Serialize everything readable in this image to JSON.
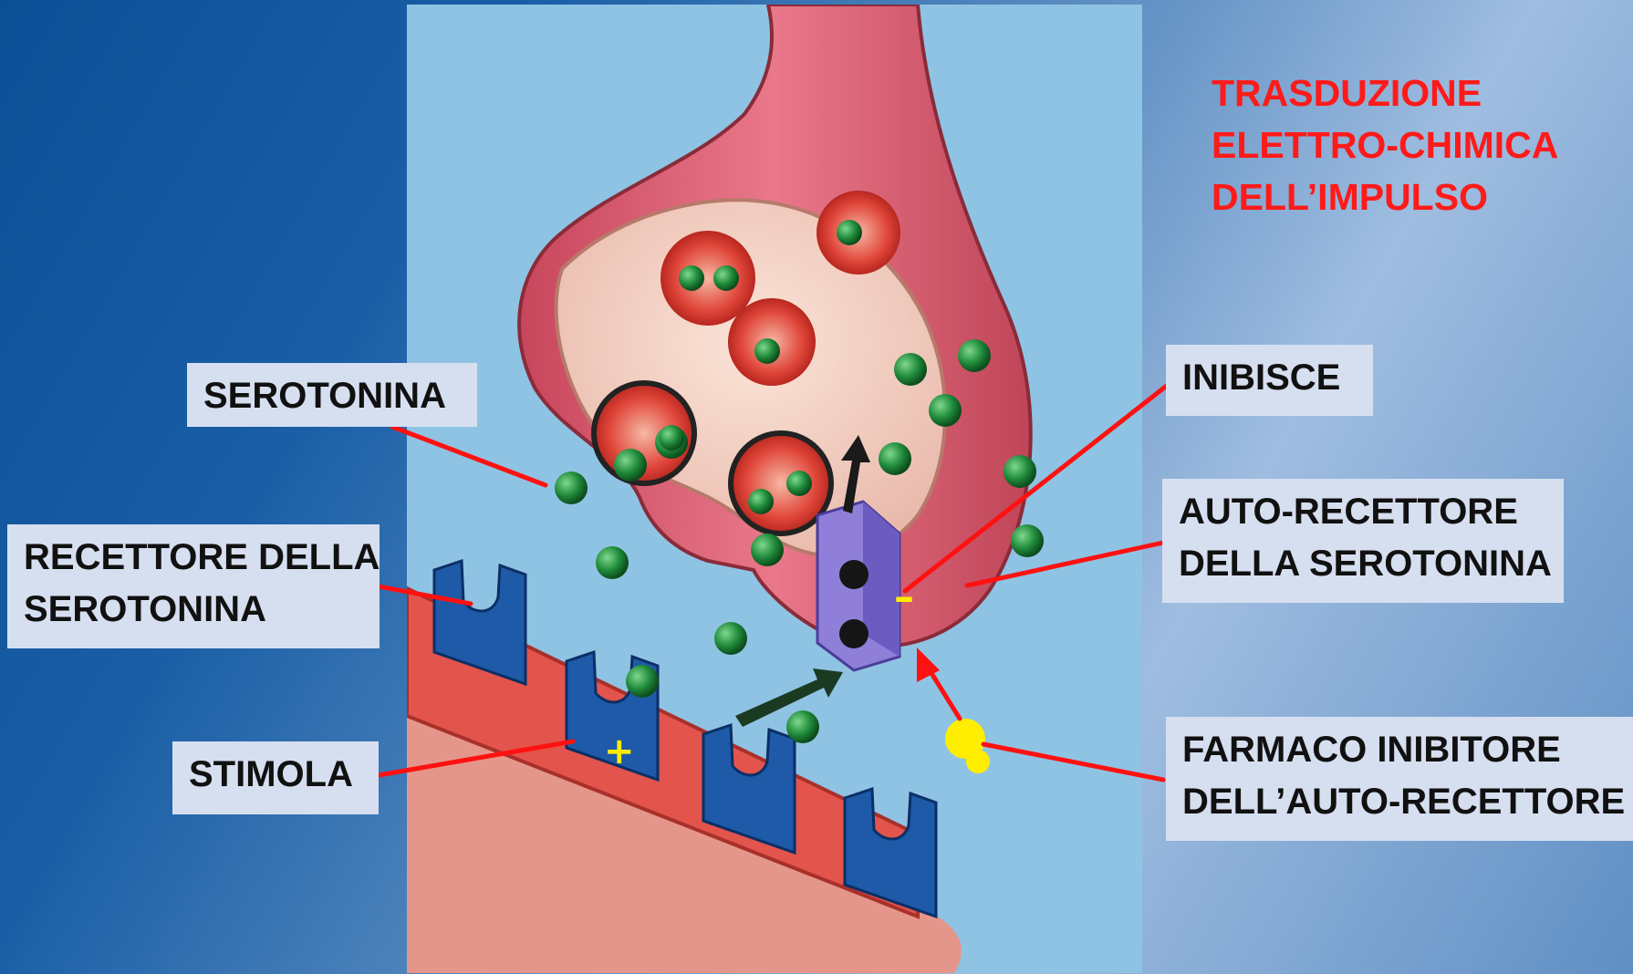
{
  "title": {
    "lines": [
      "TRASDUZIONE",
      "ELETTRO-CHIMICA",
      "DELL’IMPULSO"
    ],
    "color": "#ff1a1a"
  },
  "labels": {
    "serotonina": "SEROTONINA",
    "recettore": [
      "RECETTORE DELLA",
      "SEROTONINA"
    ],
    "stimola": "STIMOLA",
    "inibisce": "INIBISCE",
    "auto_recettore": [
      "AUTO-RECETTORE",
      "DELLA SEROTONINA"
    ],
    "farmaco": [
      "FARMACO INIBITORE",
      "DELL’AUTO-RECETTORE"
    ]
  },
  "symbols": {
    "plus": "+",
    "minus": "–"
  },
  "colors": {
    "leader_line": "#ff1111",
    "label_box": "#d6dff0",
    "serotonin": "#1f8a3a",
    "drug": "#ffee00",
    "receptor": "#1e5aa8",
    "auto_receptor": "#8f7fd8"
  }
}
